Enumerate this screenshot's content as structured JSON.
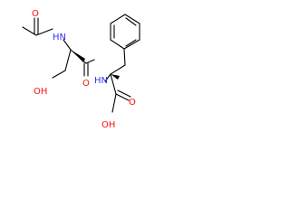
{
  "molecule": {
    "labels": {
      "amide_nh_top": "HN",
      "amide_o_left": "O",
      "hydroxyl": "OH",
      "amide_o_mid": "O",
      "amide_nh_mid": "HN",
      "acid_o": "O",
      "acid_oh": "OH"
    },
    "colors": {
      "bond": "#000000",
      "nitrogen": "#3333ff",
      "oxygen": "#ff0d0d"
    }
  }
}
